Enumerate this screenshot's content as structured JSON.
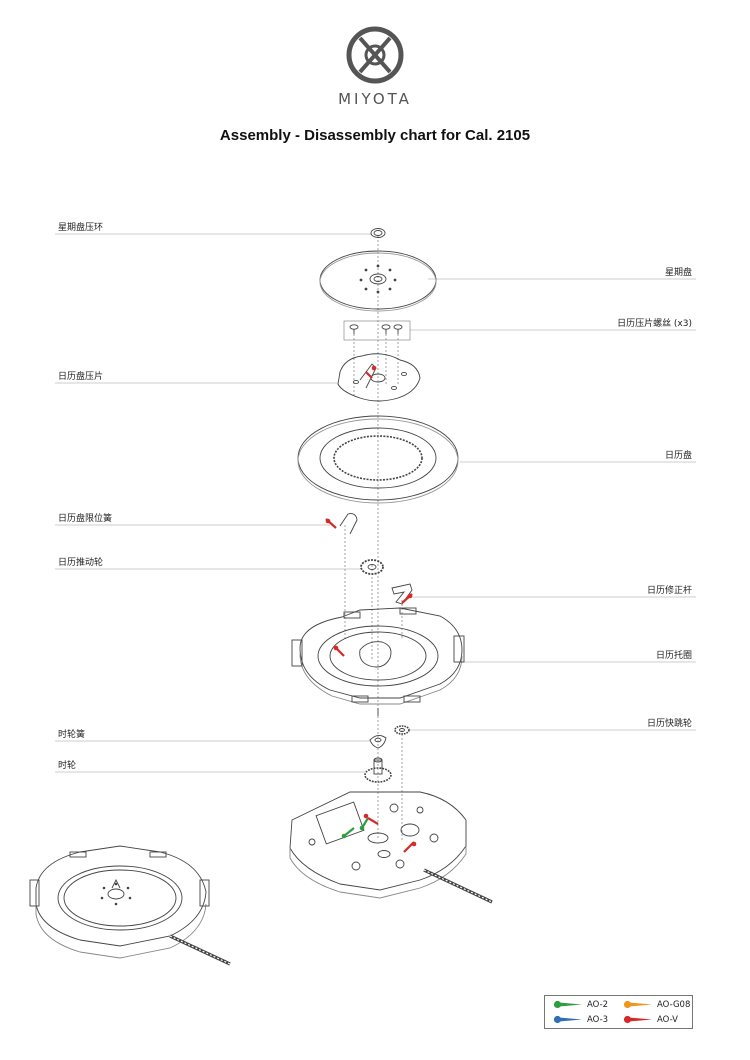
{
  "brand": {
    "name": "MIYOTA"
  },
  "title": "Assembly - Disassembly chart for Cal. 2105",
  "parts": {
    "date_dial_ring": "星期盘压环",
    "day_disk": "星期盘",
    "date_plate_screws": "日历压片螺丝 (x3)",
    "date_disk_plate": "日历盘压片",
    "date_disk": "日历盘",
    "date_jumper_spring": "日历盘限位簧",
    "date_driving_wheel": "日历推动轮",
    "date_corrector": "日历修正杆",
    "date_holder": "日历托圈",
    "date_quick_wheel": "日历快跳轮",
    "hour_wheel_spring": "时轮簧",
    "hour_wheel": "时轮"
  },
  "legend": {
    "items": [
      {
        "label": "AO-2",
        "color": "#2e9e3f"
      },
      {
        "label": "AO-G08",
        "color": "#f0961e"
      },
      {
        "label": "AO-3",
        "color": "#2f6fb6"
      },
      {
        "label": "AO-V",
        "color": "#d42a2a"
      }
    ]
  },
  "colors": {
    "line": "#444444",
    "leader": "#999999",
    "oil_red": "#d42a2a",
    "oil_green": "#2e9e3f"
  }
}
